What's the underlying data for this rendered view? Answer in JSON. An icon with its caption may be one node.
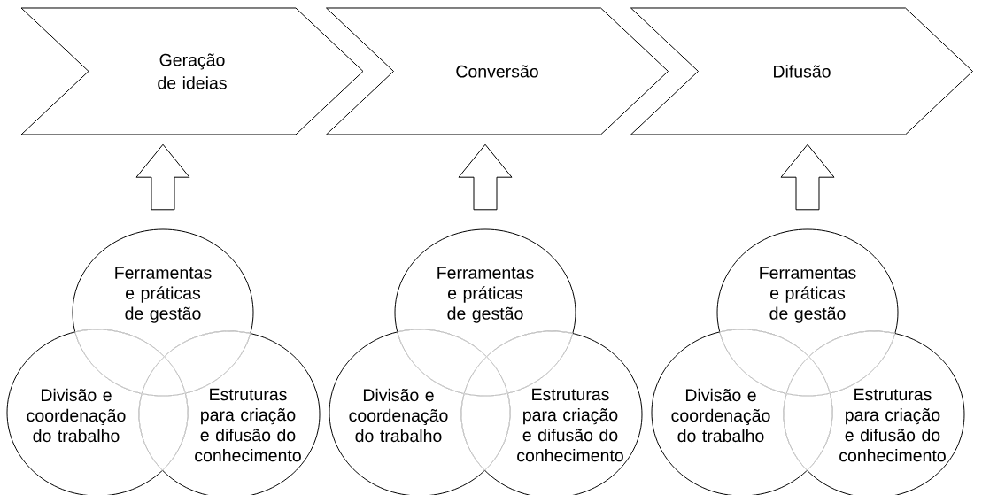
{
  "diagram": {
    "nodes": [
      {
        "text": [
          "Geração de ideias"
        ]
      },
      {
        "text": [
          "Conversão"
        ]
      },
      {
        "text": [
          "Difusão"
        ]
      },
      {
        "text": [
          "Ferramentas e práticas de gestão"
        ]
      },
      {
        "text": [
          "Divisão e coordenação do trabalho"
        ]
      },
      {
        "text": [
          "Estruturas para criação e difusão do conhecimento"
        ]
      },
      {
        "text": [
          "Ferramentas e práticas de gestão"
        ]
      },
      {
        "text": [
          "Divisão e coordenação do trabalho"
        ]
      },
      {
        "text": [
          "Estruturas para criação e difusão do conhecimento"
        ]
      },
      {
        "text": [
          "Ferramentas e práticas de gestão"
        ]
      },
      {
        "text": [
          "Divisão e coordenação do trabalho"
        ]
      },
      {
        "text": [
          "Estruturas para criação e difusão do conhecimento"
        ]
      }
    ],
    "edges": [
      {
        "from": 3,
        "to": 0,
        "arrow": "to"
      },
      {
        "from": 6,
        "to": 1,
        "arrow": "to"
      },
      {
        "from": 9,
        "to": 2,
        "arrow": "to"
      }
    ]
  }
}
